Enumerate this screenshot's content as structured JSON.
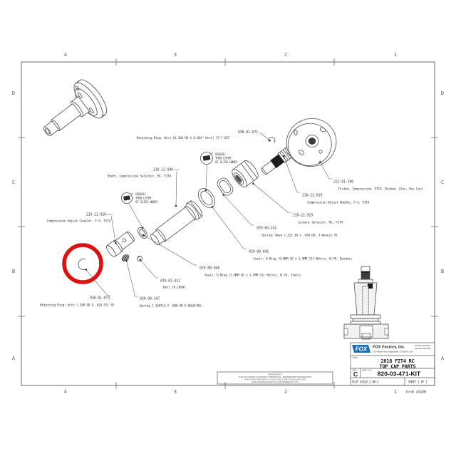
{
  "drawing": {
    "zones": {
      "columns": [
        "4",
        "3",
        "2",
        "1"
      ],
      "rows": [
        "D",
        "C",
        "B",
        "A"
      ]
    },
    "plot_note": "ProE ASSEM"
  },
  "callouts": {
    "retaining_ring_top": {
      "part_no": "038-01-071",
      "desc": "Retaining Ring: Wire [0.340 OD X 0.024\" Wire] 17-7 SST"
    },
    "shaft": {
      "part_no": "210-22-949",
      "desc": "Shaft, Compression Selector, RC, FIT4"
    },
    "coupler": {
      "part_no": "210-22-920",
      "desc": "Compression Adjust Coupler, F-S, FIT4"
    },
    "piston": {
      "part_no": "222-01-290",
      "desc": "Piston, Compression, FIT4, Dished, Zinc, Die Cast"
    },
    "needle": {
      "part_no": "210-22-919",
      "desc": "Compression Adjust Needle, F-S, FIT4"
    },
    "lockout": {
      "part_no": "210-22-929",
      "desc": "Lockout Selector, RC, FIT4"
    },
    "wave_spring": {
      "part_no": "039-00-241",
      "desc": "Spring: Wave [.322 ID x .420 OD, 3 Waves] SS"
    },
    "oring_dynamic": {
      "part_no": "029-08-041",
      "desc": "Seals: O-Ring [9.0MM ID x 1.5MM CS] Metric, N-70, Dynamic"
    },
    "oring_static": {
      "part_no": "029-08-048",
      "desc": "Seals: O-Ring [3.0MM ID x 1.5MM CS] Metric, N-70, Static"
    },
    "ball": {
      "part_no": "010-01-012",
      "desc": "Ball [0.1094]"
    },
    "spring": {
      "part_no": "039-00-347",
      "desc": "Spring [.150TLG X .080 OD X 60LB/IN]"
    },
    "retaining_ring_bottom": {
      "part_no": "038-01-073",
      "desc": "Retaining Ring: Wire [.280 OD X .024 CS] SS"
    }
  },
  "grease_note": {
    "l1": "GREASE:",
    "l2": "THIN LAYER",
    "l3": "OF SLICK HONEY"
  },
  "title_block": {
    "logo_text": "FOX",
    "company": "FOX Factory, Inc.",
    "address": "130 Hanger Way, Watsonville, CA 95076 USA",
    "phone1": "Ph 831-768-1100",
    "phone2": "Fax 831-768-9342",
    "title_label": "TITLE",
    "title_line1": "2016 FIT4 RC",
    "title_line2": "TOP CAP PARTS",
    "size_label": "SIZE",
    "size_value": "C",
    "dwg_no_label": "DWG. NO.",
    "dwg_no": "820-03-471-KIT",
    "plot_scale_label": "PLOT SCALE",
    "plot_scale_value": "2.00:1",
    "sheet_label": "SHEET 1 OF 1"
  },
  "proprietary": {
    "l1": "PROPRIETARY",
    "l2": "THIS DOCUMENT CONTAINS CONFIDENTIAL, PROPRIETARY INFORMATION",
    "l3": "THAT IS FOX PROPERTY.  DO NOT DISCLOSE TO OR DUPLICATE",
    "l4": "FOR OTHERS EXCEPT AS AUTHORIZED BY FOX."
  },
  "colors": {
    "line": "#4a4a4a",
    "highlight_red": "#dd1111",
    "fox_blue": "#1a6bb5"
  }
}
